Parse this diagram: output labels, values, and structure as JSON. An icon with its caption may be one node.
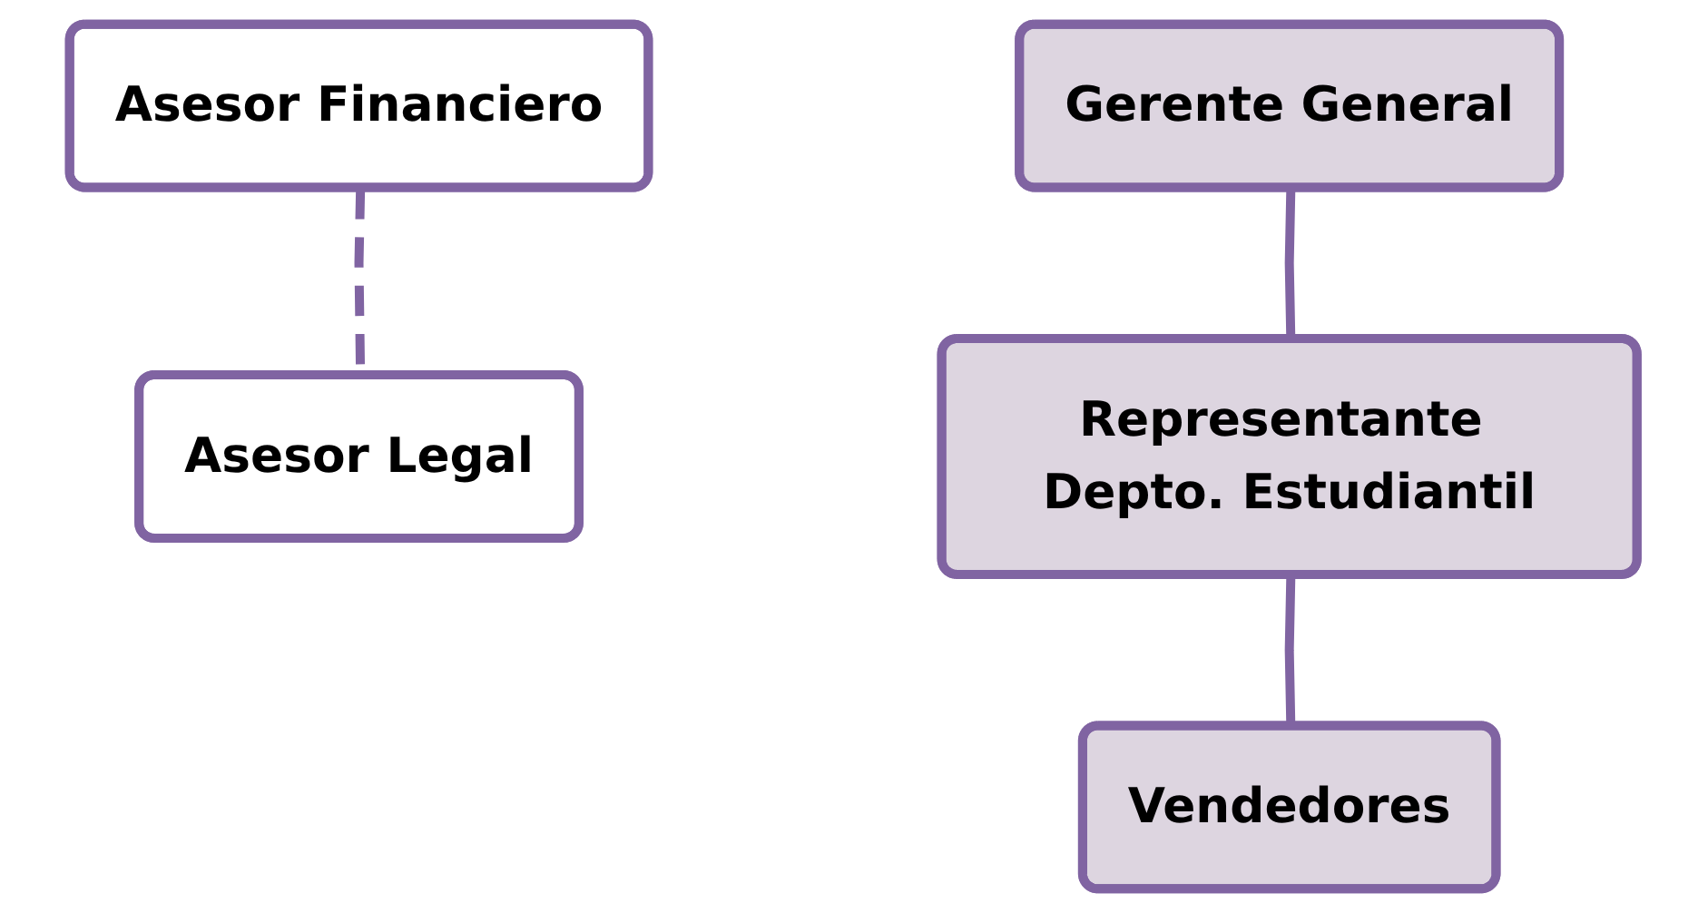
{
  "diagram": {
    "nodes": [
      {
        "text": [
          "Gerente General"
        ]
      },
      {
        "text": [
          "Asesor Financiero"
        ]
      },
      {
        "text": [
          "Asesor Legal"
        ]
      },
      {
        "text": [
          "Representante Depto. Estudiantil"
        ]
      },
      {
        "text": [
          "Vendedores"
        ]
      }
    ],
    "edges": [
      {
        "from": 0,
        "to": 3,
        "arrow": "none"
      },
      {
        "from": 3,
        "to": 4,
        "arrow": "none"
      },
      {
        "from": 1,
        "to": 2,
        "arrow": "none",
        "style": "dashed"
      }
    ]
  }
}
